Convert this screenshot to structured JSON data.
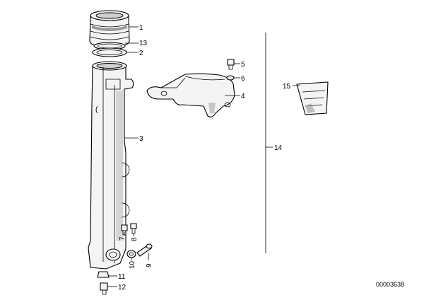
{
  "diagram": {
    "callouts": {
      "c1": "1",
      "c2": "2",
      "c3": "3",
      "c4": "4",
      "c5": "5",
      "c6": "6",
      "c7": "7",
      "c8": "8",
      "c9": "9",
      "c10": "10",
      "c11": "11",
      "c12": "12",
      "c13": "13",
      "c14": "14",
      "c15": "15"
    },
    "document_number": "00003638"
  }
}
